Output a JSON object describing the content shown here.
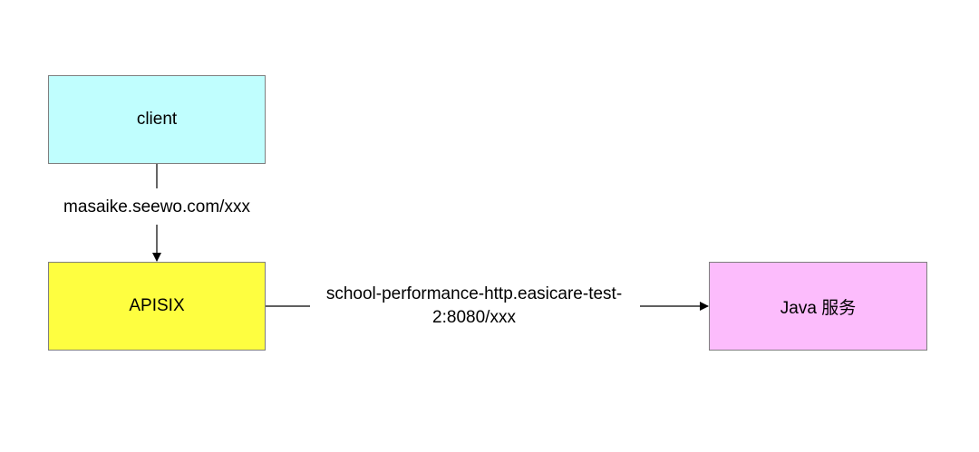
{
  "nodes": {
    "client": {
      "label": "client",
      "fill": "#c0fefe"
    },
    "apisix": {
      "label": "APISIX",
      "fill": "#fefe40"
    },
    "java": {
      "label": "Java 服务",
      "fill": "#fcbcfc"
    }
  },
  "edges": {
    "client_to_apisix": {
      "label": "masaike.seewo.com/xxx"
    },
    "apisix_to_java": {
      "label": "school-performance-http.easicare-test-2:8080/xxx"
    }
  },
  "colors": {
    "stroke": "#000000",
    "border": "#7f7f7f"
  }
}
